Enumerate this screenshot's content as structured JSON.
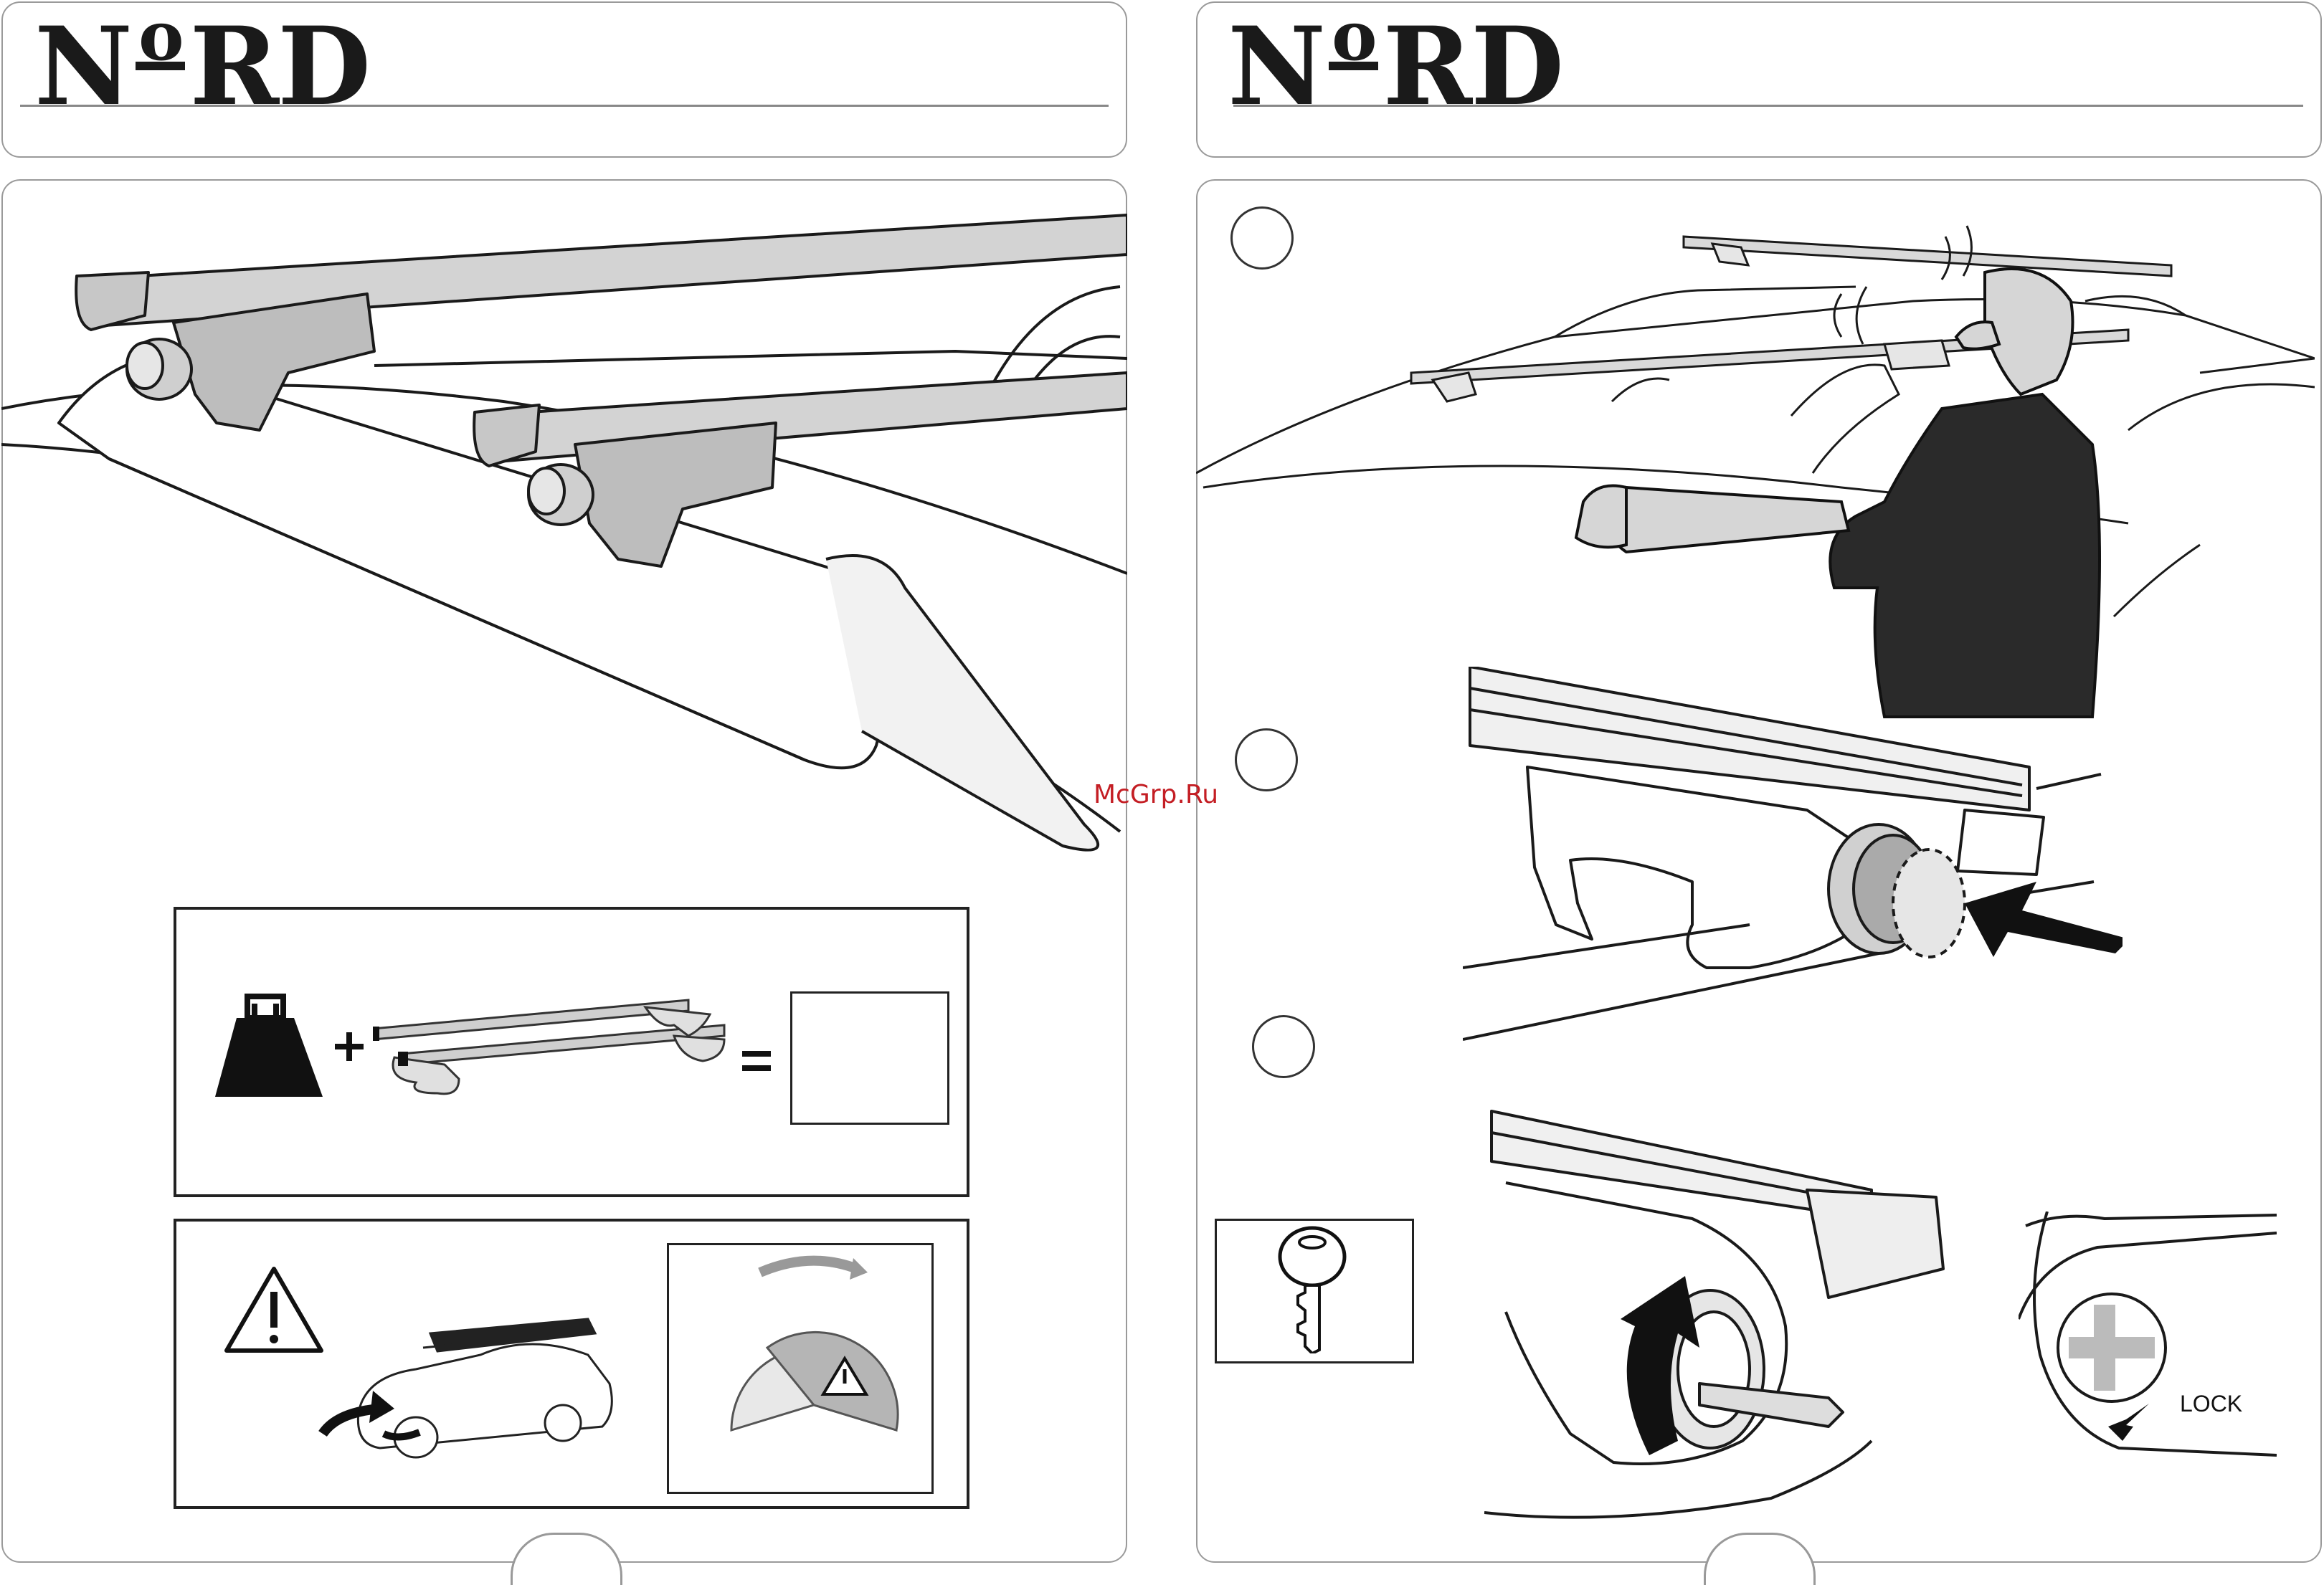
{
  "left_page": {
    "logo": {
      "pre": "N",
      "o": "o",
      "post": "RD"
    }
  },
  "right_page": {
    "logo": {
      "pre": "N",
      "o": "o",
      "post": "RD"
    }
  },
  "watermark": "McGrp.Ru",
  "lock_label": "LOCK",
  "icons": [
    "weight-icon",
    "roof-bars-icon",
    "warning-icon",
    "car-icon",
    "speedometer-icon",
    "key-icon"
  ]
}
